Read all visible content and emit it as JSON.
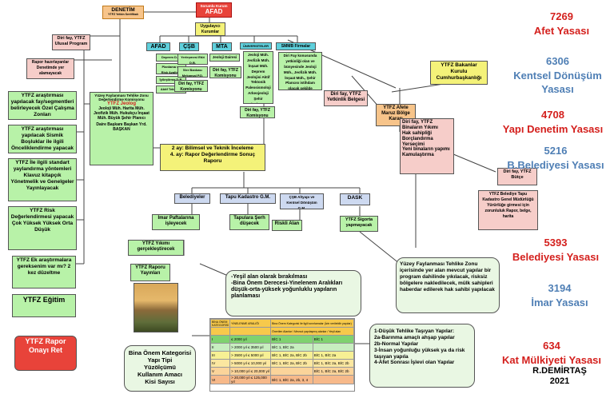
{
  "top": {
    "denetim": {
      "title": "DENETİM",
      "sub": "YTFZ Yetkin Sertifikalı"
    },
    "afad": {
      "title": "Sorumlu Kurum",
      "name": "AFAD"
    },
    "uygulayici": "Uygulayıcı Kurumlar"
  },
  "agencies": {
    "afad": {
      "name": "AFAD",
      "items": [
        "Deprem D.B.",
        "Planlama ve Risk Azaltma D.B.",
        "İyileştirme D.B.",
        "Aktif Tektonik D.B."
      ]
    },
    "csb": {
      "name": "ÇŞB",
      "items": [
        "Yerleşmesi Etüt D.B.",
        "İller Bankası Mekansal P.D.",
        "Diri fay, YTFZ Komisyonu"
      ]
    },
    "mta": {
      "name": "MTA",
      "items": [
        "Jeoloji Dairesi",
        "Diri fay, YTFZ Komisyonu"
      ]
    },
    "univ": {
      "name": "ÜNİVERSİTELER",
      "items": [
        "Jeoloji Müh. Jeofizik Müh. İnşaat Müh. Deprem Jeolojisi Aktif Tektonik Paleosismoloji Arkeojeoloji Şehir Planlaması Tarih",
        "Diri fay, YTFZ Komisyonu"
      ]
    },
    "smmb": {
      "name": "SMMB Firmalar",
      "items": [
        "Diri Fay konusunda yetkinliği olan ve bünyesinde Jeoloji Müh., Jeofizik Müh. İnşaat Müh., Şehir Plancısı istihdam olacak şekilde yapılandırılmış"
      ]
    }
  },
  "left": {
    "diri_fay_ulusal": "Diri fay, YTFZ Ulusal Program",
    "rapor_hazir": "Rapor hazırlayanlar Denetimde yer alamayacak",
    "b1": "YTFZ araştırması yapılacak fay/segmentleri belirleyecek Özel Çalışma Zonları",
    "b2": "YTFZ araştırması yapılacak Sismik Boşluklar ile ilgili Önceliklendirme yapacak",
    "b3": "YTFZ İle ilgili standart yaylandırma yöntemleri Klavuz kitapçık Yönetmelik ve Genelgeler Yayınlayacak",
    "b4": "YTFZ Risk Değerlendirmesi yapacak Çok Yüksek Yüksek Orta Düşük",
    "b5": "YTFZ Ek araştırmalara gereksenim var mı? 2 kez düzeltme",
    "b6": "YTFZ Eğitim",
    "rapor_onayi": "YTFZ Rapor Onayı Ret"
  },
  "commission": {
    "title": "Yüzey Faylanması Tehlike Zonu Değerlendirme Komisyonu",
    "red_title": "YTFZ Jeolog",
    "members": "Jeoloji Müh. Harita Müh. Jeofizik Müh. Hukukçu İnşaat Müh. Büyük Şehir Planıcı",
    "chair": "Daire Başkanı Başkan Yrd. BAŞKAN"
  },
  "center": {
    "sonuc": "2 ay: Bilimsel ve Teknik İnceleme\n4. ay: Rapor Değerlendirme Sonuç Raporu",
    "belediyeler": "Belediyeler",
    "tapu": "Tapu Kadastro G.M.",
    "csb2": "ÇŞB Altyapı ve Kentsel Dönüşüm G.M.",
    "dask": "DASK",
    "imar": "İmar Paftalarına işleyecek",
    "tapulara": "Tapulara Şerh düşecek",
    "riskli": "Riskli Alan",
    "sigorta": "YTFZ Sigorta yapmayacak",
    "yikimi": "YTFZ Yıkımı gerçekleştirecek",
    "raporu": "YTFZ Raporu Yayınları",
    "yesil": "-Yeşil alan olarak bırakılması\n-Bina Önem Derecesi-Yinelenem Aralıkları düşük-orta-yüksek yoğunluklu yapıların planlaması",
    "bina": "Bina Önem Kategorisi\nYapı Tipi\nYüzölçümü\nKullanım Amacı\nKisi Sayısı"
  },
  "right": {
    "bakanlar": "YTFZ Bakanlar Kurulu Cumhurbaşkanlığı",
    "yetkinlik": "Diri fay, YTFZ Yetkinlik Belgesi",
    "afete": "YTFZ Afete Maruz Bölge Kararı",
    "yikim": "Diri fay, YTFZ\nBinaların Yıkımı\nHak sahipliği\nBorçlandırma\nYerseçimi\nYeni binaların yapımı\nKamulaştırma",
    "butce": "Diri fay, YTFZ Bütçe",
    "tapu_kad": "YTFZ Belediye Tapu Kadastro Genel Müdürlüğü Yürürlüğe girmesi için zorunluluk Rapor, belge, harita",
    "yuzey": "Yüzey Faylanması Tehlike Zonu içerisinde yer alan mevcut yapılar bir program dahilinde yıkılacak, risksiz bölgelere nakledilecek, mülk sahipleri haberdar edilerek hak sahibi yapılacak",
    "dusuk": "1-Düşük Tehlike Taşıyan Yapılar:\n2a-Barınma amaçlı ahşap yapılar\n2b-Normal Yapılar\n3-İnsan yoğunluğu yüksek ya da risk taşıyan yapıla\n4-Afet Sonrası İşlevi olan Yapılar"
  },
  "table": {
    "headers": [
      "BİNA ÖNEM KATEGORİSİ",
      "YİNELENME ARALIĞI",
      "Bina Önem Kategorisi ile ilgili sınırlamalar (İzin verilebilir yapılar)"
    ],
    "subheader": "Önerilen Alanlar / Mevcut yapılaşmış alanlar / Yeşil alan",
    "rows": [
      [
        "I",
        "≤ 2000 yıl",
        "BİC 1",
        "BİC 1"
      ],
      [
        "II",
        "> 2000 yıl ≤ 3500 yıl",
        "BİC 1, BİC 2a",
        ""
      ],
      [
        "III",
        "> 3500 yıl ≤ 5000 yıl",
        "BİC 1, BİC 2a, BİC 2b",
        "BİC 1, BİC 2a"
      ],
      [
        "IV",
        "> 5000 yıl ≤ 10,000 yıl",
        "BİC 1, BİC 2a, BİC 2b",
        "BİC 1, BİC 2a, BİC 2b"
      ],
      [
        "V",
        "> 10,000 yıl ≤ 20,000 yıl",
        "",
        "BİC 1, BİC 2a, BİC 2b"
      ],
      [
        "VI",
        "> 20,000 yıl ≤ 125,000 yıl",
        "BİC 1, BİC 2a, 2b, 3, 4",
        ""
      ]
    ]
  },
  "laws": [
    {
      "num": "7269",
      "name": "Afet Yasası",
      "color": "#d4201d"
    },
    {
      "num": "6306",
      "name": "Kentsel Dönüşüm Yasası",
      "color": "#4f7fb5"
    },
    {
      "num": "4708",
      "name": "Yapı Denetim Yasası",
      "color": "#d4201d"
    },
    {
      "num": "5216",
      "name": "B.Belediyesi Yasası",
      "color": "#4f7fb5"
    },
    {
      "num": "5393",
      "name": "Belediyesi Yasası",
      "color": "#d4201d"
    },
    {
      "num": "3194",
      "name": "İmar Yasası",
      "color": "#4f7fb5"
    },
    {
      "num": "634",
      "name": "Kat Mülkiyeti Yasası",
      "color": "#d4201d"
    }
  ],
  "author": {
    "name": "R.DEMİRTAŞ",
    "year": "2021"
  }
}
